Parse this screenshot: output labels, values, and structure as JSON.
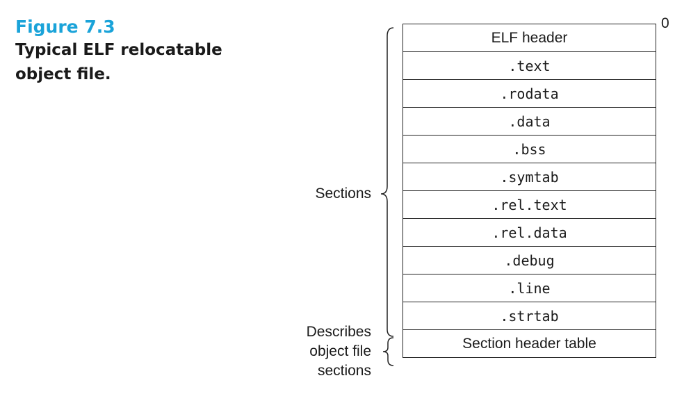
{
  "caption": {
    "figure_label": "Figure 7.3",
    "title_lines": [
      "Typical ELF relocatable",
      "object file."
    ]
  },
  "offset_label": "0",
  "rows": [
    {
      "text": "ELF header",
      "mono": false
    },
    {
      "text": ".text",
      "mono": true
    },
    {
      "text": ".rodata",
      "mono": true
    },
    {
      "text": ".data",
      "mono": true
    },
    {
      "text": ".bss",
      "mono": true
    },
    {
      "text": ".symtab",
      "mono": true
    },
    {
      "text": ".rel.text",
      "mono": true
    },
    {
      "text": ".rel.data",
      "mono": true
    },
    {
      "text": ".debug",
      "mono": true
    },
    {
      "text": ".line",
      "mono": true
    },
    {
      "text": ".strtab",
      "mono": true
    },
    {
      "text": "Section header table",
      "mono": false
    }
  ],
  "braces": {
    "sections": "Sections",
    "describes_lines": [
      "Describes",
      "object file",
      "sections"
    ]
  }
}
